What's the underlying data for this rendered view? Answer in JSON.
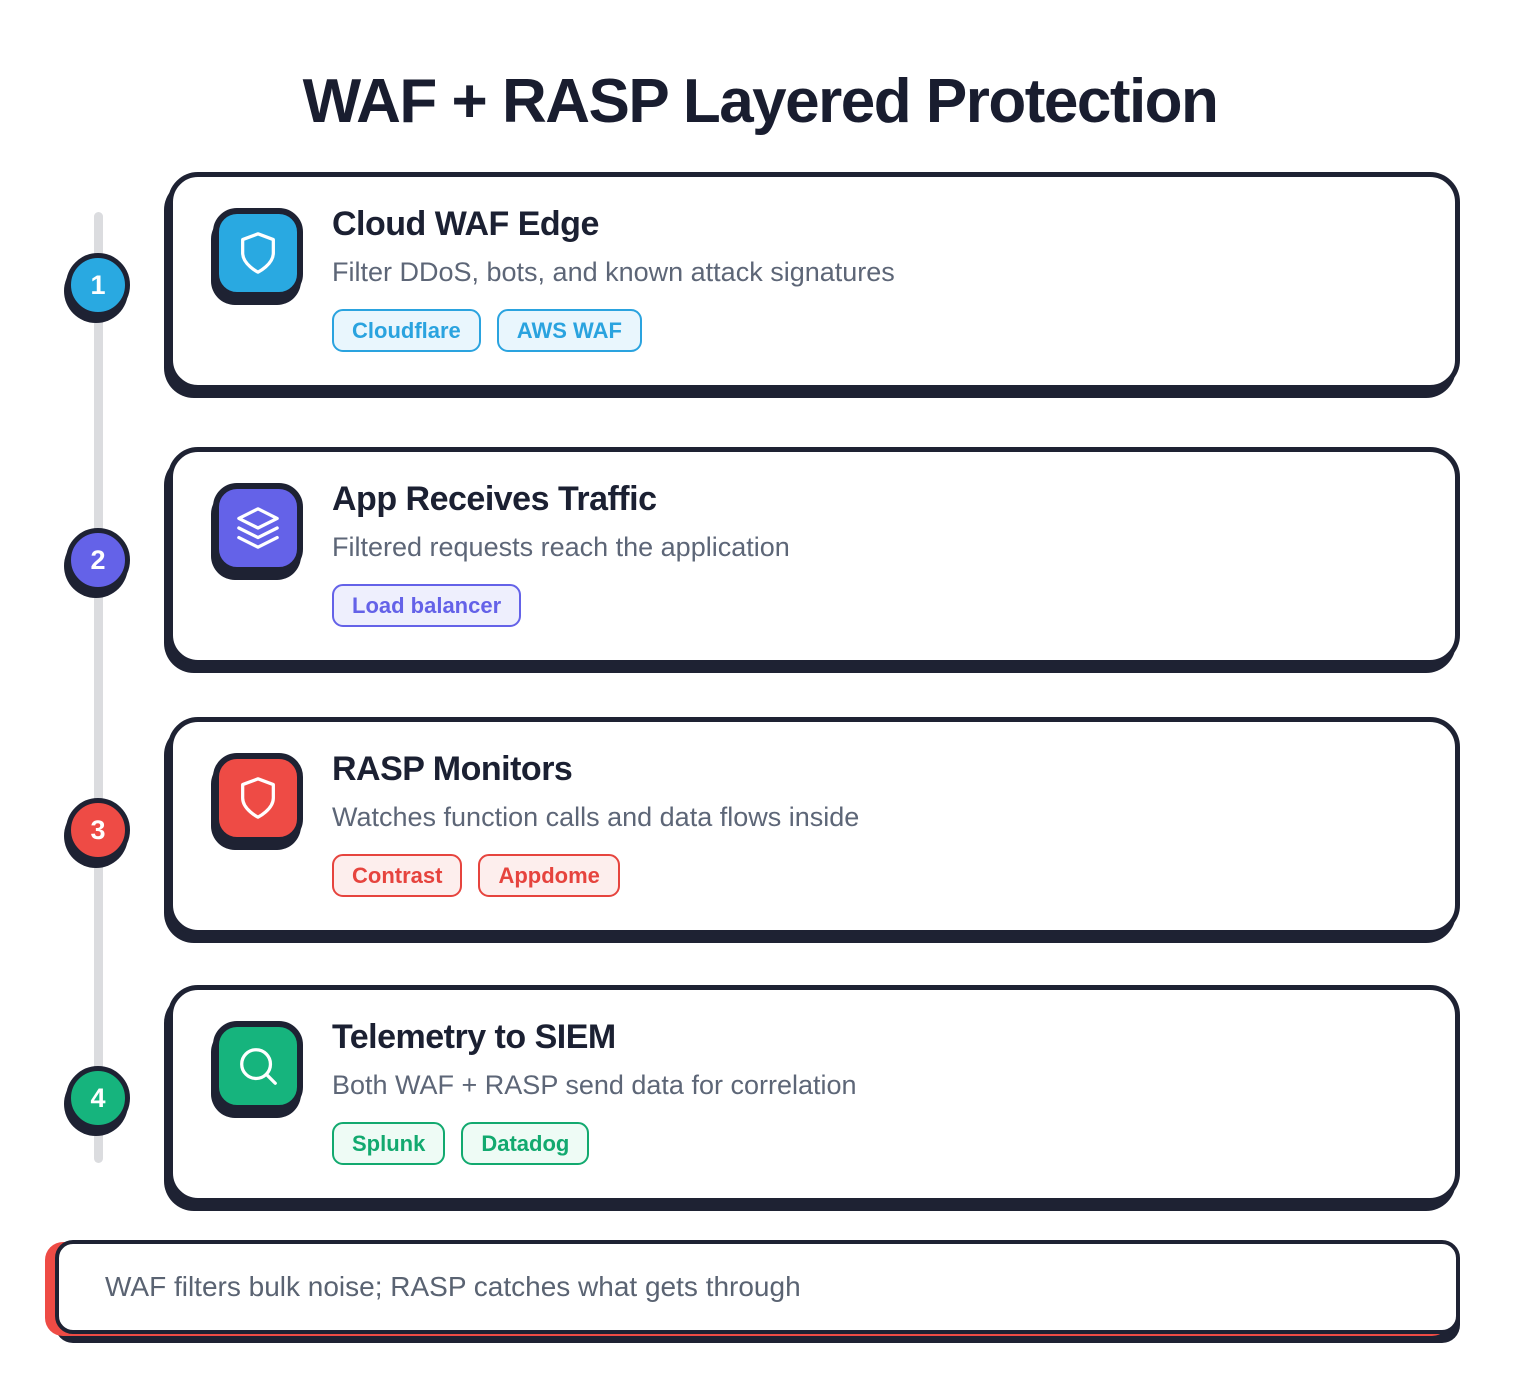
{
  "title": "WAF + RASP Layered Protection",
  "steps": [
    {
      "number": "1",
      "title": "Cloud WAF Edge",
      "description": "Filter DDoS, bots, and known attack signatures",
      "tags": [
        "Cloudflare",
        "AWS WAF"
      ],
      "icon": "shield-icon",
      "accent": "#29a9e1",
      "tag_background": "#e9f6fd"
    },
    {
      "number": "2",
      "title": "App Receives Traffic",
      "description": "Filtered requests reach the application",
      "tags": [
        "Load balancer"
      ],
      "icon": "layers-icon",
      "accent": "#6462e8",
      "tag_background": "#eeeffd"
    },
    {
      "number": "3",
      "title": "RASP Monitors",
      "description": "Watches function calls and data flows inside",
      "tags": [
        "Contrast",
        "Appdome"
      ],
      "icon": "shield-icon",
      "accent": "#ee4b45",
      "tag_background": "#fdeeed"
    },
    {
      "number": "4",
      "title": "Telemetry to SIEM",
      "description": "Both WAF + RASP send data for correlation",
      "tags": [
        "Splunk",
        "Datadog"
      ],
      "icon": "search-icon",
      "accent": "#16b47d",
      "tag_background": "#eefbf5"
    }
  ],
  "note": {
    "text": "WAF filters bulk noise; RASP catches what gets through",
    "accent": "#ee4b45"
  },
  "colors": {
    "ink": "#1e2233",
    "heading": "#191d2f",
    "muted_text": "#5d6677",
    "timeline_line": "#dbdcdf",
    "background": "#ffffff"
  }
}
